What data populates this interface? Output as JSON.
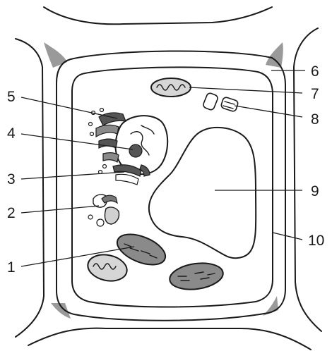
{
  "labels": [
    {
      "id": "cell-membrane",
      "text": "10"
    },
    {
      "id": "vacuole",
      "text": "9"
    },
    {
      "id": "chloroplast-top",
      "text": "8"
    },
    {
      "id": "mitochondrion-top",
      "text": "7"
    },
    {
      "id": "cell-wall",
      "text": "6"
    },
    {
      "id": "endoplasmic-reticulum",
      "text": "5"
    },
    {
      "id": "nucleus",
      "text": "4"
    },
    {
      "id": "golgi",
      "text": "3"
    },
    {
      "id": "small-golgi",
      "text": "2"
    },
    {
      "id": "chloroplast",
      "text": "1"
    }
  ]
}
